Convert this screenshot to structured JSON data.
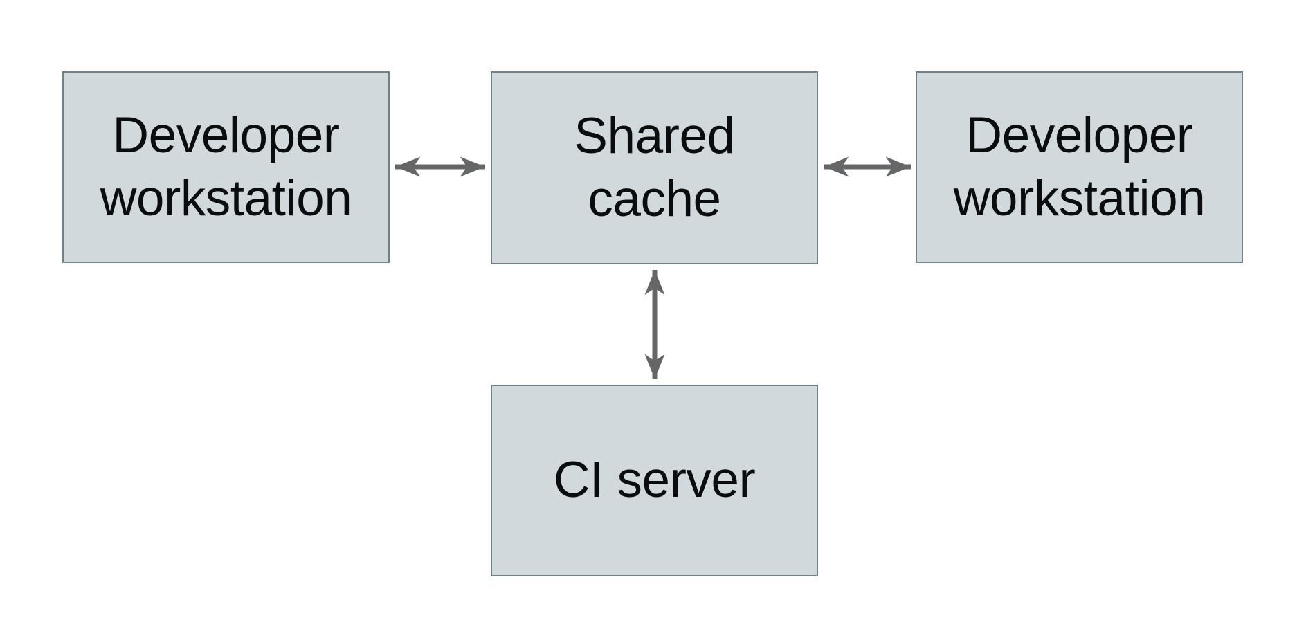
{
  "diagram": {
    "type": "architecture-diagram",
    "nodes": [
      {
        "id": "developer-workstation-left",
        "label": "Developer\nworkstation"
      },
      {
        "id": "shared-cache",
        "label": "Shared\ncache"
      },
      {
        "id": "developer-workstation-right",
        "label": "Developer\nworkstation"
      },
      {
        "id": "ci-server",
        "label": "CI server"
      }
    ],
    "edges": [
      {
        "from": "developer-workstation-left",
        "to": "shared-cache",
        "direction": "bidirectional"
      },
      {
        "from": "shared-cache",
        "to": "developer-workstation-right",
        "direction": "bidirectional"
      },
      {
        "from": "shared-cache",
        "to": "ci-server",
        "direction": "bidirectional"
      }
    ],
    "colors": {
      "background": "#ffffff",
      "node_fill": "#d1d9dc",
      "node_border": "#6f828c",
      "arrow": "#646668",
      "text": "#0b0c0d"
    }
  }
}
